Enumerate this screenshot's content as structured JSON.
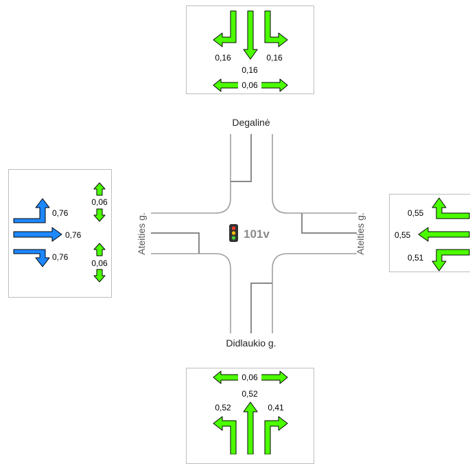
{
  "intersection": {
    "id": "101v",
    "roads": {
      "north": "Degalinė",
      "south": "Didlaukio g.",
      "west": "Ateities g.",
      "east": "Ateities g."
    }
  },
  "approaches": {
    "north": {
      "left": "0,16",
      "straight": "0,16",
      "right": "0,16",
      "pedestrian": "0,06"
    },
    "west": {
      "left": "0,76",
      "straight": "0,76",
      "right": "0,76",
      "pedestrian_top": "0,06",
      "pedestrian_bottom": "0,06"
    },
    "east": {
      "right": "0,55",
      "straight": "0,55",
      "left": "0,51"
    },
    "south": {
      "pedestrian": "0,06",
      "straight": "0,52",
      "left": "0,52",
      "right": "0,41"
    }
  },
  "colors": {
    "green": "#4cff00",
    "blue": "#1e88ff",
    "road": "#9e9e9e"
  }
}
